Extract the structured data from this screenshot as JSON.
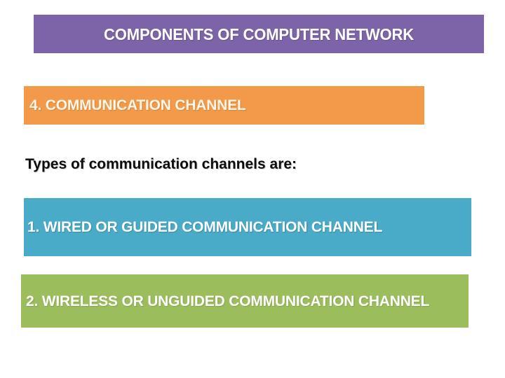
{
  "slide": {
    "background_color": "#ffffff",
    "title_band": {
      "text": "COMPONENTS OF COMPUTER NETWORK",
      "background_color": "#7d63a8",
      "text_color": "#ffffff"
    },
    "section_band": {
      "text": "4. COMMUNICATION CHANNEL",
      "background_color": "#f2994a",
      "text_color": "#fdf6e7"
    },
    "intro_line": {
      "text": "Types of communication channels are:",
      "text_color": "#0d0d0d"
    },
    "items": [
      {
        "text": "1. WIRED OR GUIDED COMMUNICATION CHANNEL",
        "background_color": "#4aabc8",
        "text_color": "#ffffff"
      },
      {
        "text": "2. WIRELESS OR UNGUIDED COMMUNICATION CHANNEL",
        "background_color": "#9cbd5c",
        "text_color": "#ffffff"
      }
    ]
  }
}
